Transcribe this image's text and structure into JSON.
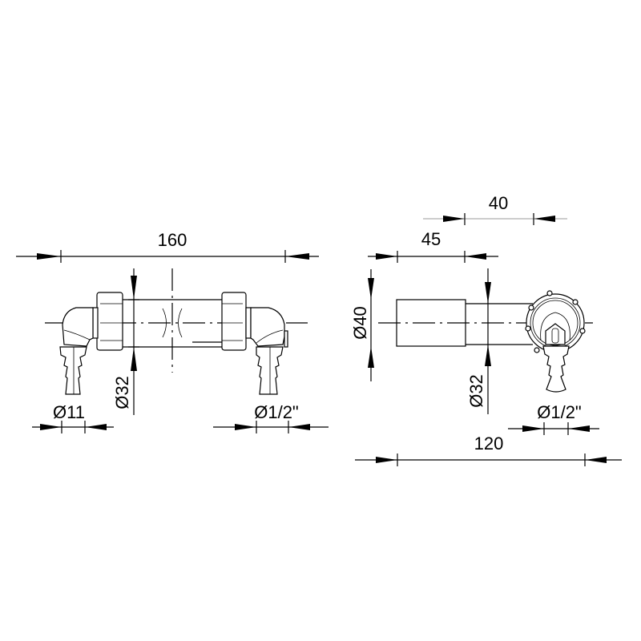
{
  "front_view": {
    "overall_length": "160",
    "tube_diameter": "Ø32",
    "left_hose_diameter": "Ø11",
    "right_thread": "Ø1/2\""
  },
  "side_view": {
    "offset_40": "40",
    "length_45": "45",
    "body_diameter": "Ø40",
    "tube_diameter": "Ø32",
    "thread": "Ø1/2\"",
    "overall_depth": "120"
  }
}
